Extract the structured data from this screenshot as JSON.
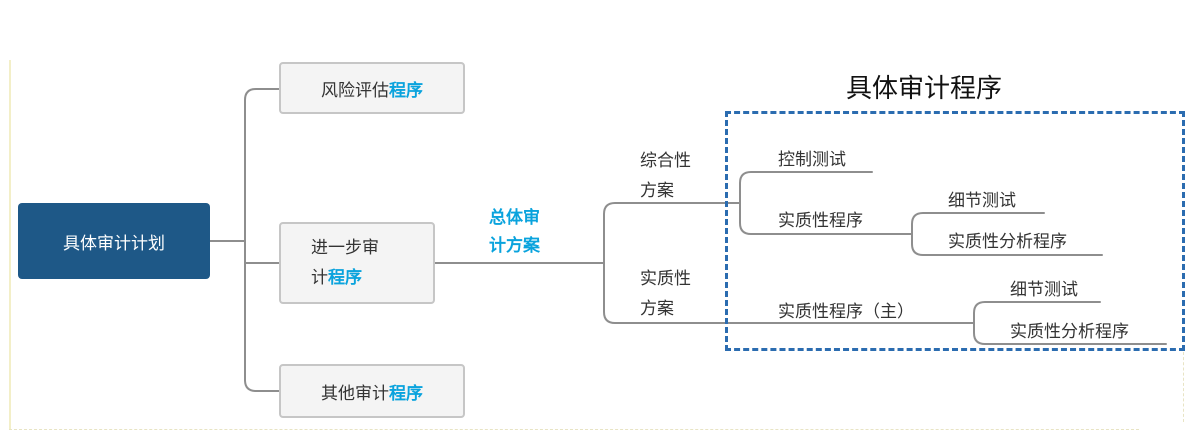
{
  "diagram": {
    "root": "具体审计计划",
    "branches": {
      "risk": {
        "plain": "风险评估",
        "highlight": "程序"
      },
      "further": {
        "line1": "进一步审",
        "line2_plain": "计",
        "line2_highlight": "程序"
      },
      "other": {
        "plain": "其他审计",
        "highlight": "程序"
      }
    },
    "overall_plan": {
      "line1": "总体审",
      "line2": "计方案"
    },
    "combined": {
      "line1": "综合性",
      "line2": "方案"
    },
    "substantive": {
      "line1": "实质性",
      "line2": "方案"
    },
    "specific_procedures_title": "具体审计程序",
    "combined_children": {
      "control_test": "控制测试",
      "substantive_procedure": "实质性程序",
      "detail_test": "细节测试",
      "analytical_procedure": "实质性分析程序"
    },
    "substantive_children": {
      "substantive_main": "实质性程序（主）",
      "detail_test": "细节测试",
      "analytical_procedure": "实质性分析程序"
    }
  },
  "colors": {
    "root_fill": "#1e5887",
    "highlight": "#0aa3dd",
    "dashed_border": "#2b6cb0",
    "line": "#8e8e8e"
  }
}
